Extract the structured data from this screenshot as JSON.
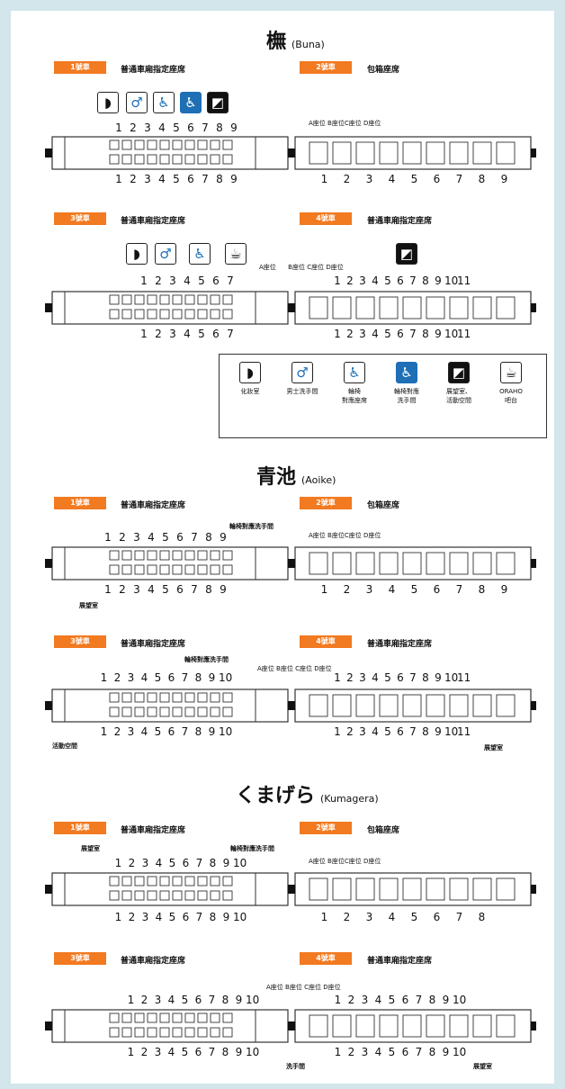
{
  "trains": [
    {
      "logo": "橅",
      "romaji": "(Buna)"
    },
    {
      "logo": "青池",
      "romaji": "(Aoike)"
    },
    {
      "logo": "くまげら",
      "romaji": "(Kumagera)"
    }
  ],
  "cars": {
    "car1": "1號車",
    "car2": "2號車",
    "car3": "3號車",
    "car4": "4號車"
  },
  "types": {
    "reserved": "普通車廂指定座席",
    "compartment": "包箱座席"
  },
  "seat_labels": [
    "A座位",
    "B座位",
    "C座位",
    "D座位"
  ],
  "nums": {
    "n9": [
      "1",
      "2",
      "3",
      "4",
      "5",
      "6",
      "7",
      "8",
      "9"
    ],
    "n10": [
      "1",
      "2",
      "3",
      "4",
      "5",
      "6",
      "7",
      "8",
      "9",
      "10"
    ],
    "n11": [
      "1",
      "2",
      "3",
      "4",
      "5",
      "6",
      "7",
      "8",
      "9",
      "10",
      "11"
    ],
    "n8": [
      "1",
      "2",
      "3",
      "4",
      "5",
      "6",
      "7",
      "8"
    ],
    "n7": [
      "1",
      "2",
      "3",
      "4",
      "5",
      "6",
      "7"
    ]
  },
  "notes": {
    "wheelchair_toilet": "輪椅對應洗手間",
    "observation": "展望室",
    "activity": "活動空間",
    "washroom": "洗手間"
  },
  "legend": [
    {
      "icon": "powder-room-icon",
      "label": "化妝室"
    },
    {
      "icon": "mens-toilet-icon",
      "label": "男士洗手間"
    },
    {
      "icon": "wheelchair-seat-icon",
      "label": "輪椅\n對應座席"
    },
    {
      "icon": "wheelchair-toilet-icon",
      "label": "輪椅對應\n洗手間"
    },
    {
      "icon": "observation-icon",
      "label": "展望室、\n活動空間"
    },
    {
      "icon": "oraho-icon",
      "label": "ORAHO\n吧台"
    }
  ],
  "colors": {
    "accent": "#f27a21",
    "blue": "#1e6fb5",
    "background": "#d2e6eb"
  }
}
